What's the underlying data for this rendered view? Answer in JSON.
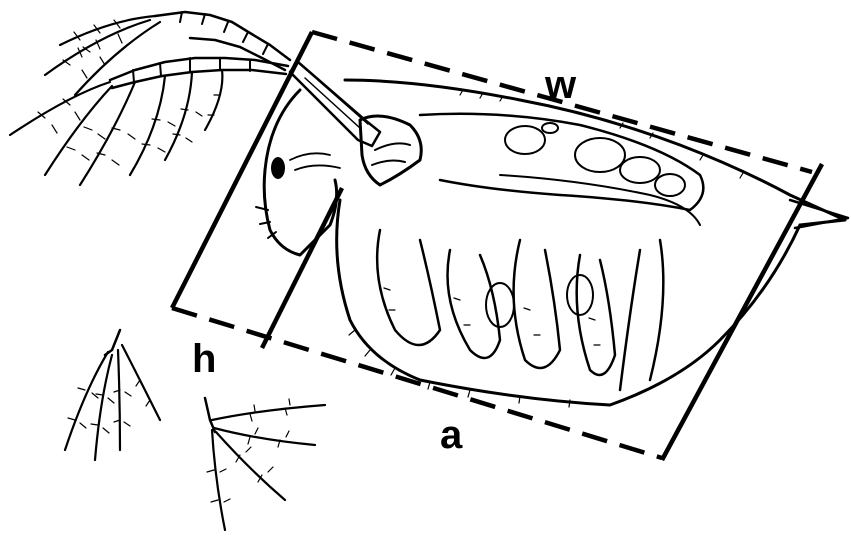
{
  "figure": {
    "labels": {
      "w": "w",
      "h": "h",
      "a": "a"
    },
    "colors": {
      "ink": "#000000",
      "background": "#ffffff"
    }
  }
}
